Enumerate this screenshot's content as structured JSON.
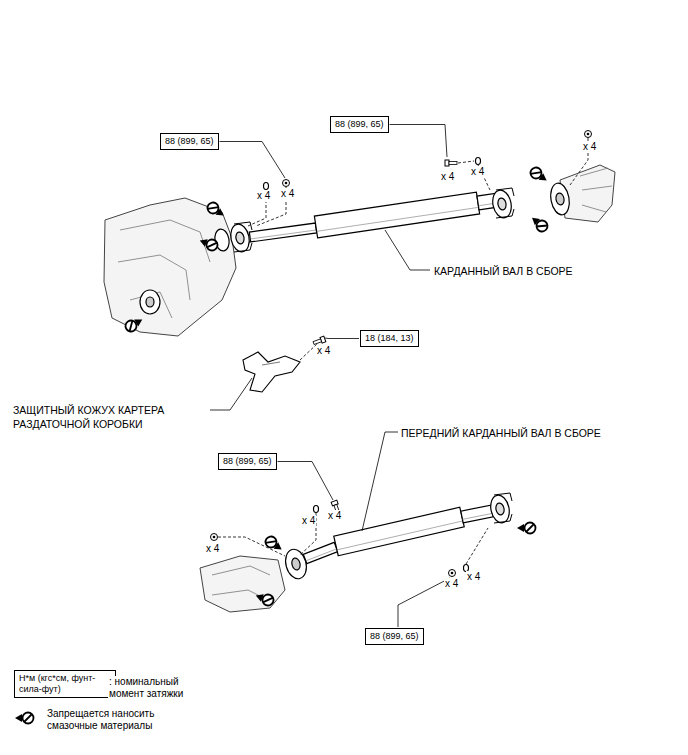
{
  "diagram": {
    "nodes": [
      {
        "text": [
          "88 (899, 65)"
        ]
      },
      {
        "text": [
          "88 (899, 65)"
        ]
      },
      {
        "text": [
          "18 (184, 13)"
        ]
      },
      {
        "text": [
          "88 (899, 65)"
        ]
      },
      {
        "text": [
          "88 (899, 65)"
        ]
      },
      {
        "text": [
          "Н*м (кгс*см, фунт-сила-фут)"
        ]
      }
    ],
    "labels": [
      "x 4",
      "x 4",
      "x 4",
      "x 4",
      "x 4",
      "КАРДАННЫЙ ВАЛ В СБОРЕ",
      "x 4",
      "ЗАЩИТНЫЙ КОЖУХ КАРТЕРА РАЗДАТОЧНОЙ КОРОБКИ",
      "ПЕРЕДНИЙ КАРДАННЫЙ ВАЛ В СБОРЕ",
      "x 4",
      "x 4",
      "x 4",
      "x 4",
      "x 4"
    ],
    "legend": [
      {
        "text": ": номинальный момент затяжки"
      },
      {
        "text": "Запрещается наносить смазочные материалы"
      }
    ]
  }
}
